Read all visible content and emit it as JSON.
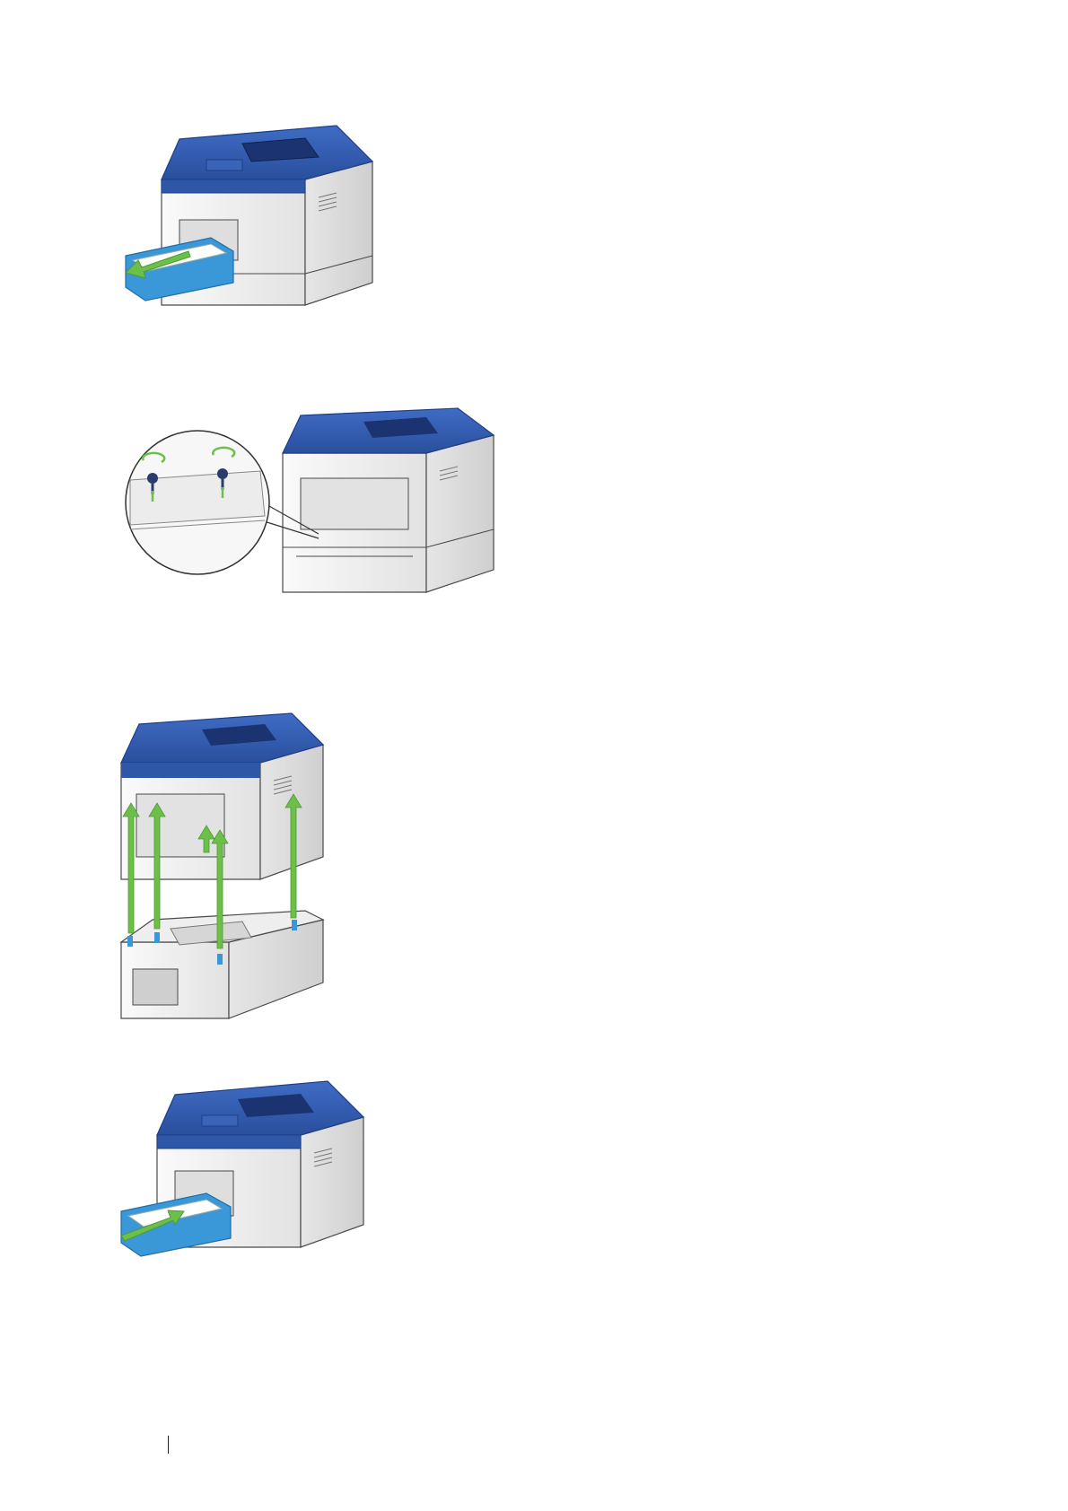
{
  "page": {
    "figures": [
      {
        "id": "fig-remove-tray",
        "icon": "printer-tray-pull-out-illustration"
      },
      {
        "id": "fig-remove-screws",
        "icon": "printer-screw-removal-illustration"
      },
      {
        "id": "fig-lift-printer",
        "icon": "printer-lift-off-feeder-illustration"
      },
      {
        "id": "fig-insert-tray",
        "icon": "printer-tray-insert-illustration"
      }
    ]
  },
  "colors": {
    "printer_blue": "#2f57a7",
    "printer_blue_dark": "#1f3f86",
    "tray_blue": "#3a98d8",
    "arrow_green": "#6cc04a",
    "body_light": "#f4f4f4",
    "body_shade": "#dcdcdc",
    "outline": "#4a4a4a"
  }
}
